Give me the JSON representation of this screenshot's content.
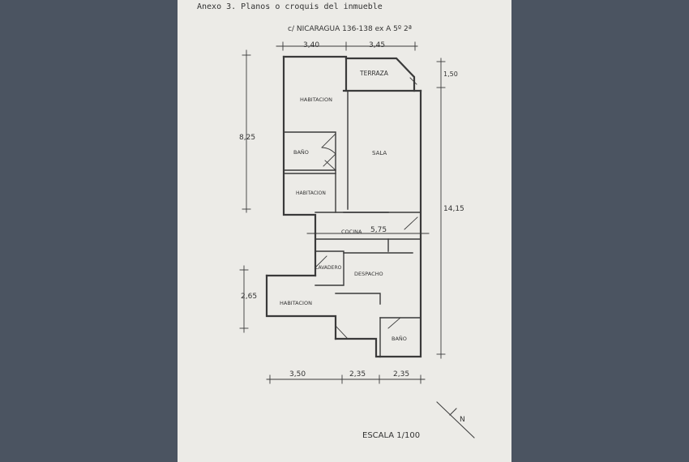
{
  "header": {
    "annex_title": "Anexo 3. Planos o croquis del inmueble"
  },
  "address": "c/ NICARAGUA 136-138 ex A 5º 2ª",
  "dimensions": {
    "top_left": "3,40",
    "top_right": "3,45",
    "left_upper_height": "8,25",
    "right_small": "1,50",
    "right_total": "14,15",
    "left_lower_height": "2,65",
    "mid_width": "5,75",
    "bottom_1": "3,50",
    "bottom_2": "2,35",
    "bottom_3": "2,35"
  },
  "rooms": {
    "terraza": "TERRAZA",
    "habitacion_top": "HABITACION",
    "bano_top": "BAÑO",
    "sala": "SALA",
    "habitacion_mid": "HABITACION",
    "cocina": "COCINA",
    "lavadero": "LAVADERO",
    "despacho": "DESPACHO",
    "habitacion_low": "HABITACION",
    "bano_low": "BAÑO"
  },
  "scale": "ESCALA 1/100",
  "north_label": "N",
  "colors": {
    "background": "#4b5461",
    "paper": "#ecebe7",
    "ink": "#3a3a3a"
  }
}
